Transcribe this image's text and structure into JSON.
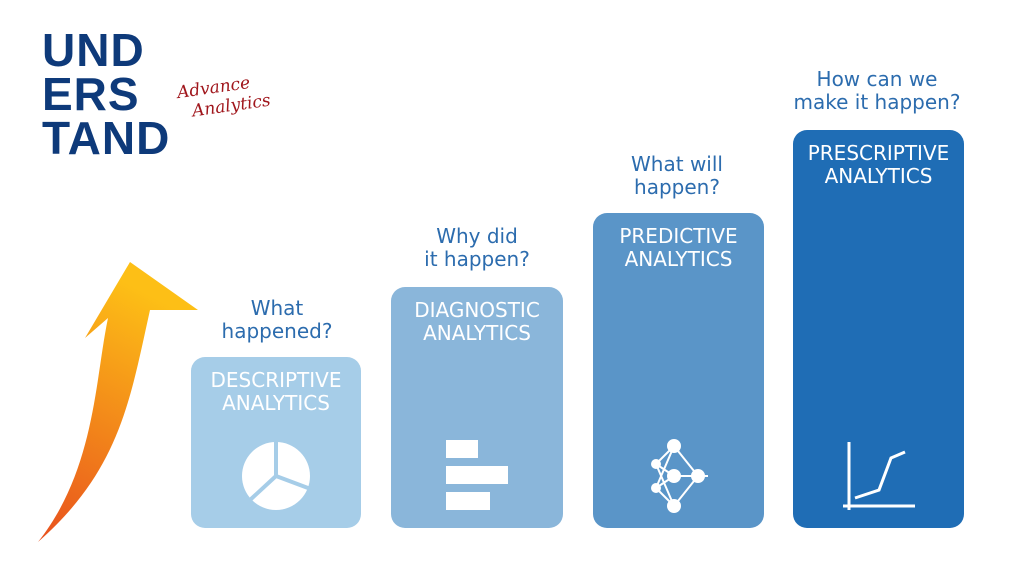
{
  "logo": {
    "lines": [
      "UND",
      "ERS",
      "TAND"
    ],
    "script": [
      "Advance",
      "Analytics"
    ]
  },
  "colors": {
    "logo": "#0e3a7a",
    "script": "#a0161c",
    "question": "#2c6cae",
    "bars": [
      "#a6cde8",
      "#8ab6da",
      "#5a95c8",
      "#1f6db5"
    ]
  },
  "stages": [
    {
      "question": [
        "What",
        "happened?"
      ],
      "label": [
        "DESCRIPTIVE",
        "ANALYTICS"
      ],
      "icon": "pie-chart-icon"
    },
    {
      "question": [
        "Why did",
        "it happen?"
      ],
      "label": [
        "DIAGNOSTIC",
        "ANALYTICS"
      ],
      "icon": "bar-chart-icon"
    },
    {
      "question": [
        "What will",
        "happen?"
      ],
      "label": [
        "PREDICTIVE",
        "ANALYTICS"
      ],
      "icon": "neural-network-icon"
    },
    {
      "question": [
        "How can we",
        "make it happen?"
      ],
      "label": [
        "PRESCRIPTIVE",
        "ANALYTICS"
      ],
      "icon": "line-graph-icon"
    }
  ]
}
